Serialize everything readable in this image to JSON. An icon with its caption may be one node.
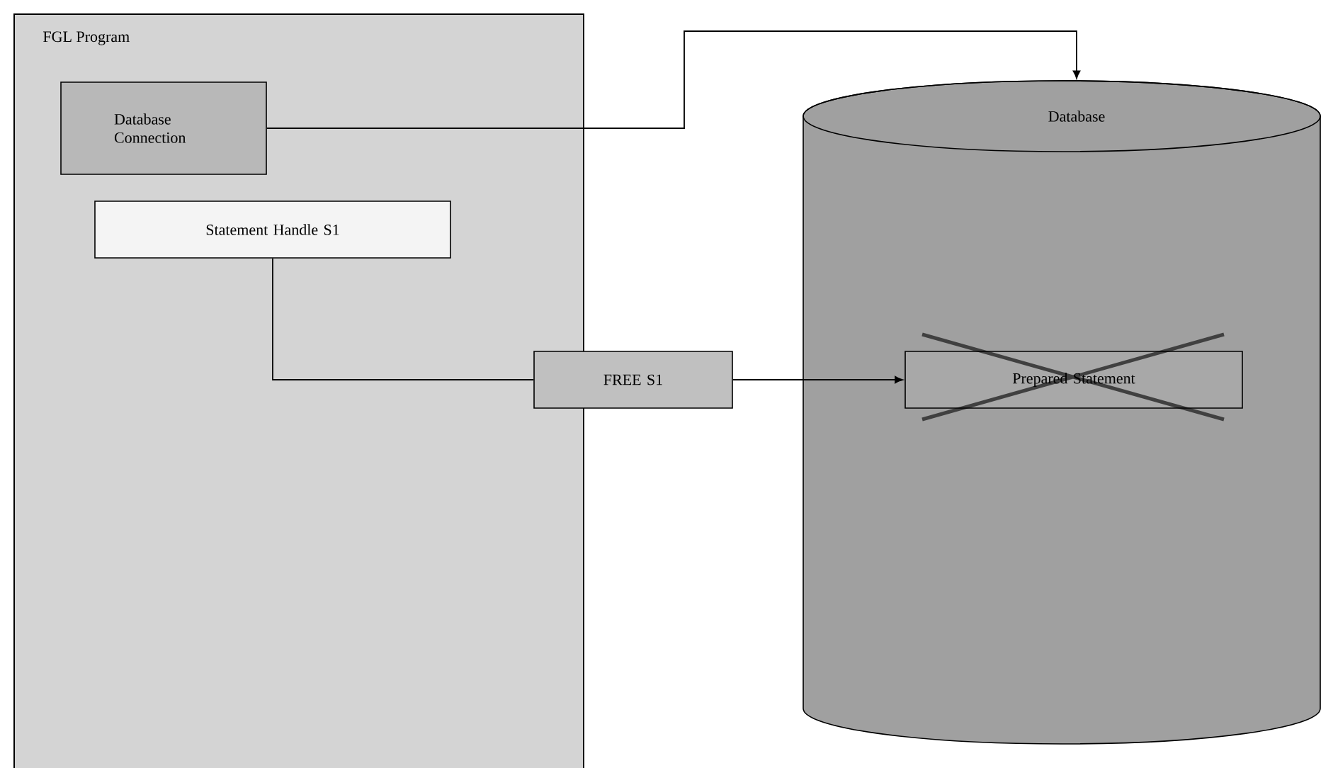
{
  "diagram": {
    "nodes": [
      {
        "text": [
          "FGL Program"
        ]
      },
      {
        "text": [
          "Database Connection"
        ],
        "in": 0
      },
      {
        "text": [
          "Statement Handle S1"
        ],
        "in": 0
      },
      {
        "text": [
          "FREE S1"
        ]
      },
      {
        "text": [
          "Database"
        ]
      },
      {
        "text": [
          "Prepared Statement"
        ],
        "in": 4
      }
    ],
    "edges": [
      {
        "from": 1,
        "to": 4,
        "arrow": "to"
      },
      {
        "from": 2,
        "to": 3,
        "arrow": "none"
      },
      {
        "from": 3,
        "to": 5,
        "arrow": "to"
      }
    ]
  }
}
